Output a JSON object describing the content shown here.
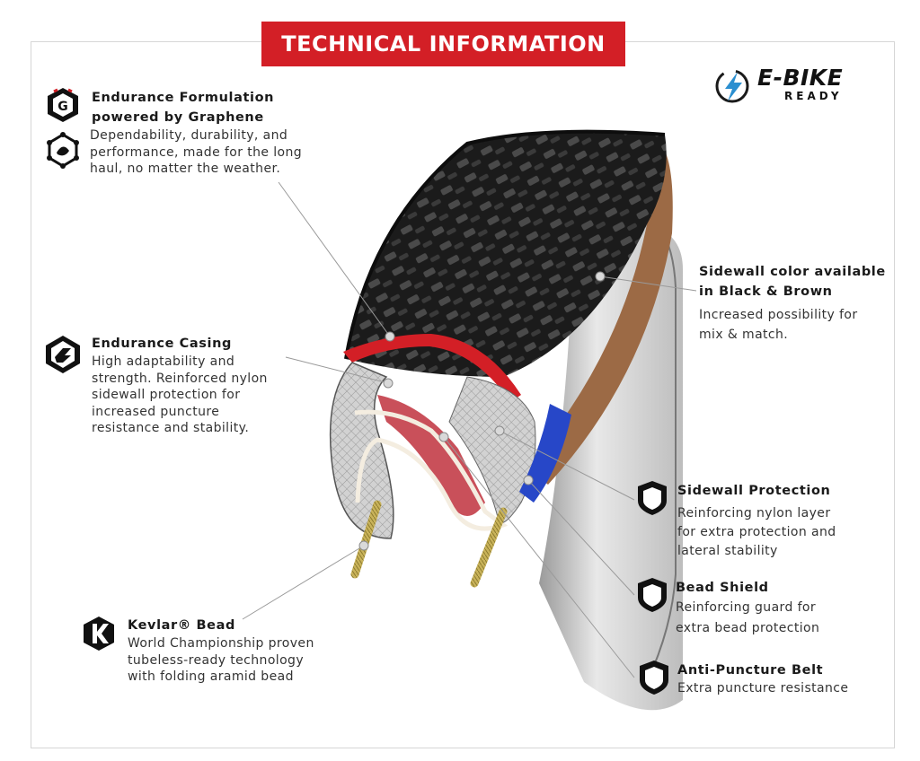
{
  "banner": {
    "title": "TECHNICAL INFORMATION"
  },
  "badge": {
    "main": "E-BIKE",
    "sub": "READY"
  },
  "features": {
    "endurance_formulation": {
      "title_line1": "Endurance Formulation",
      "title_line2": "powered by Graphene",
      "desc": [
        "Dependability, durability, and",
        "performance, made for the long",
        "haul, no matter the weather."
      ]
    },
    "endurance_casing": {
      "title": "Endurance Casing",
      "desc": [
        "High adaptability and",
        "strength. Reinforced nylon",
        "sidewall protection for",
        "increased puncture",
        "resistance and stability."
      ]
    },
    "kevlar_bead": {
      "title": "Kevlar® Bead",
      "desc": [
        "World Championship proven",
        "tubeless-ready technology",
        "with folding aramid bead"
      ]
    },
    "sidewall_color": {
      "title_line1": "Sidewall color available",
      "title_line2": "in Black & Brown",
      "desc": [
        "Increased possibility for",
        "mix & match."
      ]
    },
    "sidewall_protection": {
      "title": "Sidewall Protection",
      "desc": [
        "Reinforcing nylon layer",
        "for extra protection and",
        "lateral stability"
      ]
    },
    "bead_shield": {
      "title": "Bead Shield",
      "desc": [
        "Reinforcing guard for",
        "extra bead protection"
      ]
    },
    "anti_puncture": {
      "title": "Anti-Puncture Belt",
      "desc": [
        "Extra puncture resistance"
      ]
    }
  },
  "icons": {
    "graphene": "graphene-g-icon",
    "compound": "compound-network-icon",
    "casing": "casing-hexagon-icon",
    "kevlar": "kevlar-k-icon",
    "shield": "shield-icon",
    "ebike": "lightning-bolt-icon"
  },
  "colors": {
    "accent_red": "#d31f26",
    "tread_black": "#1c1c1c",
    "sidewall_brown": "#9c6a45",
    "bead_blue": "#2747c8",
    "kevlar_gold": "#c9b35a",
    "ebike_blue": "#2b8fd0"
  }
}
